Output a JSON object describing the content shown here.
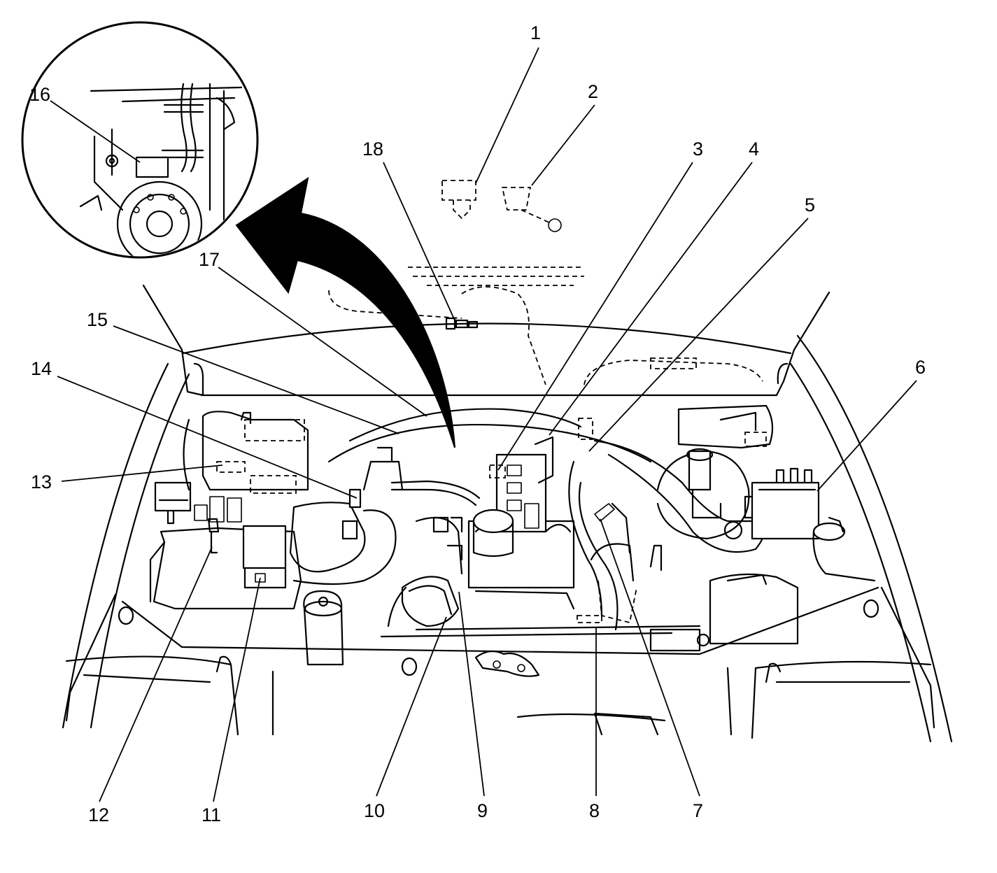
{
  "diagram": {
    "callouts": [
      {
        "id": "1",
        "label": "1"
      },
      {
        "id": "2",
        "label": "2"
      },
      {
        "id": "3",
        "label": "3"
      },
      {
        "id": "4",
        "label": "4"
      },
      {
        "id": "5",
        "label": "5"
      },
      {
        "id": "6",
        "label": "6"
      },
      {
        "id": "7",
        "label": "7"
      },
      {
        "id": "8",
        "label": "8"
      },
      {
        "id": "9",
        "label": "9"
      },
      {
        "id": "10",
        "label": "10"
      },
      {
        "id": "11",
        "label": "11"
      },
      {
        "id": "12",
        "label": "12"
      },
      {
        "id": "13",
        "label": "13"
      },
      {
        "id": "14",
        "label": "14"
      },
      {
        "id": "15",
        "label": "15"
      },
      {
        "id": "16",
        "label": "16"
      },
      {
        "id": "17",
        "label": "17"
      },
      {
        "id": "18",
        "label": "18"
      }
    ],
    "line_color": "#000000",
    "background_color": "#ffffff"
  }
}
